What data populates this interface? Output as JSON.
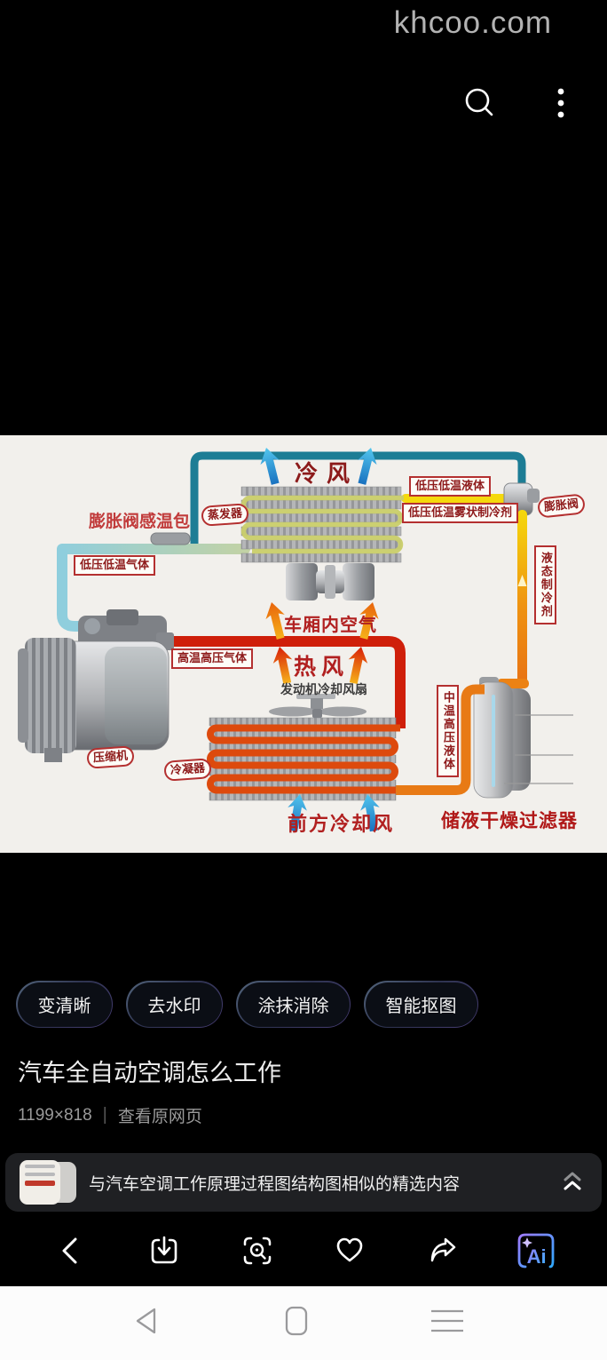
{
  "watermark": "khcoo.com",
  "image_info": {
    "title": "汽车全自动空调怎么工作",
    "resolution": "1199×818",
    "view_original": "查看原网页"
  },
  "actions": {
    "enhance": "变清晰",
    "remove_watermark": "去水印",
    "erase": "涂抹消除",
    "smart_cutout": "智能抠图"
  },
  "related": {
    "text": "与汽车空调工作原理过程图结构图相似的精选内容"
  },
  "toolbar": {
    "ai_label": "Ai"
  },
  "diagram": {
    "labels": {
      "cold_wind": "冷风",
      "lp_lt_liquid": "低压低温液体",
      "expansion_valve": "膨胀阀",
      "evaporator": "蒸发器",
      "lp_lt_mist": "低压低温雾状制冷剂",
      "sensing_bulb": "膨胀阀感温包",
      "lp_lt_gas": "低压低温气体",
      "liquid_refrigerant": "液态制冷剂",
      "cabin_air": "车厢内空气",
      "ht_hp_gas": "高温高压气体",
      "hot_wind": "热风",
      "engine_fan": "发动机冷却风扇",
      "compressor": "压缩机",
      "condenser": "冷凝器",
      "mt_hp_liquid": "中温高压液体",
      "front_cooling_wind": "前方冷却风",
      "receiver_drier": "储液干燥过滤器"
    }
  },
  "colors": {
    "label_red": "#b43030",
    "pipe_teal": "#1d7d95",
    "pipe_yellow": "#f5d90c",
    "pipe_red": "#cf1f0a",
    "pipe_orange": "#e87a15",
    "accent_blue": "#4da3ff"
  }
}
